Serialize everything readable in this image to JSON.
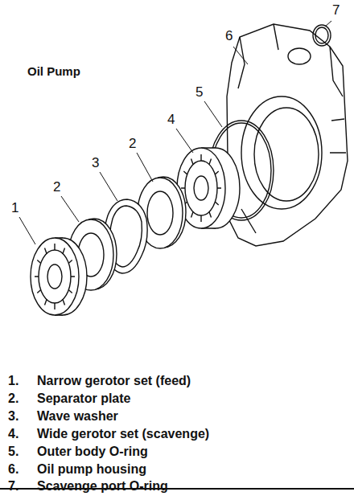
{
  "diagram": {
    "title": "Oil Pump",
    "labels": [
      "7",
      "6",
      "5",
      "4",
      "2",
      "3",
      "2",
      "1",
      "1.",
      "Narrow gerotor set (feed)",
      "2.",
      "Separator plate",
      "3.",
      "Wave washer",
      "4.",
      "Wide gerotor set (scavenge)",
      "5.",
      "Outer body O-ring",
      "6.",
      "Oil pump housing",
      "7.",
      "Scavenge port O-ring"
    ]
  }
}
